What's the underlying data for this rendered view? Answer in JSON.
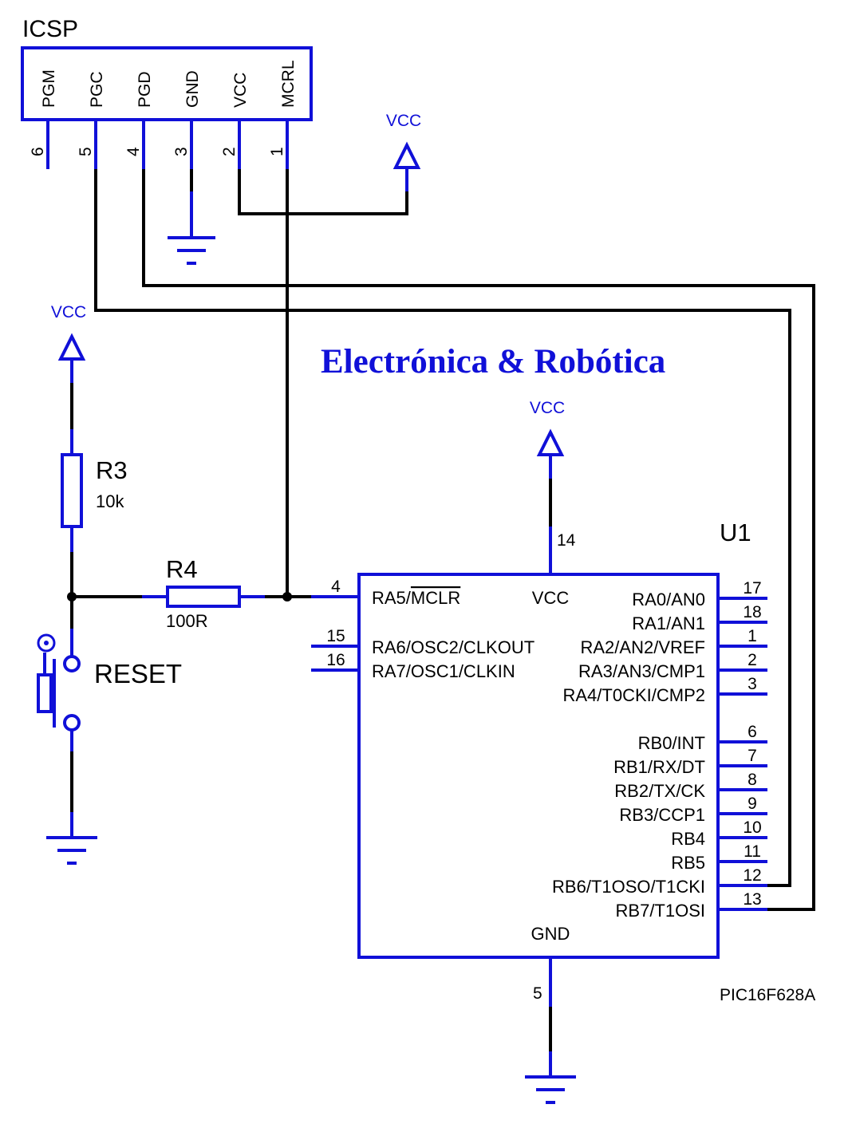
{
  "brand": "Electrónica & Robótica",
  "colors": {
    "component": "#1010d8",
    "wire": "#000000",
    "background": "#ffffff"
  },
  "power_labels": {
    "vcc_icsp": "VCC",
    "vcc_r3": "VCC",
    "vcc_u1": "VCC"
  },
  "icsp": {
    "title": "ICSP",
    "pins": [
      {
        "name": "PGM",
        "num": "6"
      },
      {
        "name": "PGC",
        "num": "5"
      },
      {
        "name": "PGD",
        "num": "4"
      },
      {
        "name": "GND",
        "num": "3"
      },
      {
        "name": "VCC",
        "num": "2"
      },
      {
        "name": "MCRL",
        "num": "1"
      }
    ]
  },
  "r3": {
    "ref": "R3",
    "value": "10k"
  },
  "r4": {
    "ref": "R4",
    "value": "100R"
  },
  "reset": {
    "label": "RESET"
  },
  "u1": {
    "ref": "U1",
    "part": "PIC16F628A",
    "vcc_label": "VCC",
    "vcc_pin": "14",
    "gnd_label": "GND",
    "gnd_pin": "5",
    "left_pins": [
      {
        "name_pre": "RA5/",
        "name_over": "MCLR",
        "num": "4"
      },
      {
        "name": "RA6/OSC2/CLKOUT",
        "num": "15"
      },
      {
        "name": "RA7/OSC1/CLKIN",
        "num": "16"
      }
    ],
    "right_pins": [
      {
        "name": "RA0/AN0",
        "num": "17"
      },
      {
        "name": "RA1/AN1",
        "num": "18"
      },
      {
        "name": "RA2/AN2/VREF",
        "num": "1"
      },
      {
        "name": "RA3/AN3/CMP1",
        "num": "2"
      },
      {
        "name": "RA4/T0CKI/CMP2",
        "num": "3"
      },
      {
        "name": "RB0/INT",
        "num": "6"
      },
      {
        "name": "RB1/RX/DT",
        "num": "7"
      },
      {
        "name": "RB2/TX/CK",
        "num": "8"
      },
      {
        "name": "RB3/CCP1",
        "num": "9"
      },
      {
        "name": "RB4",
        "num": "10"
      },
      {
        "name": "RB5",
        "num": "11"
      },
      {
        "name": "RB6/T1OSO/T1CKI",
        "num": "12"
      },
      {
        "name": "RB7/T1OSI",
        "num": "13"
      }
    ]
  }
}
